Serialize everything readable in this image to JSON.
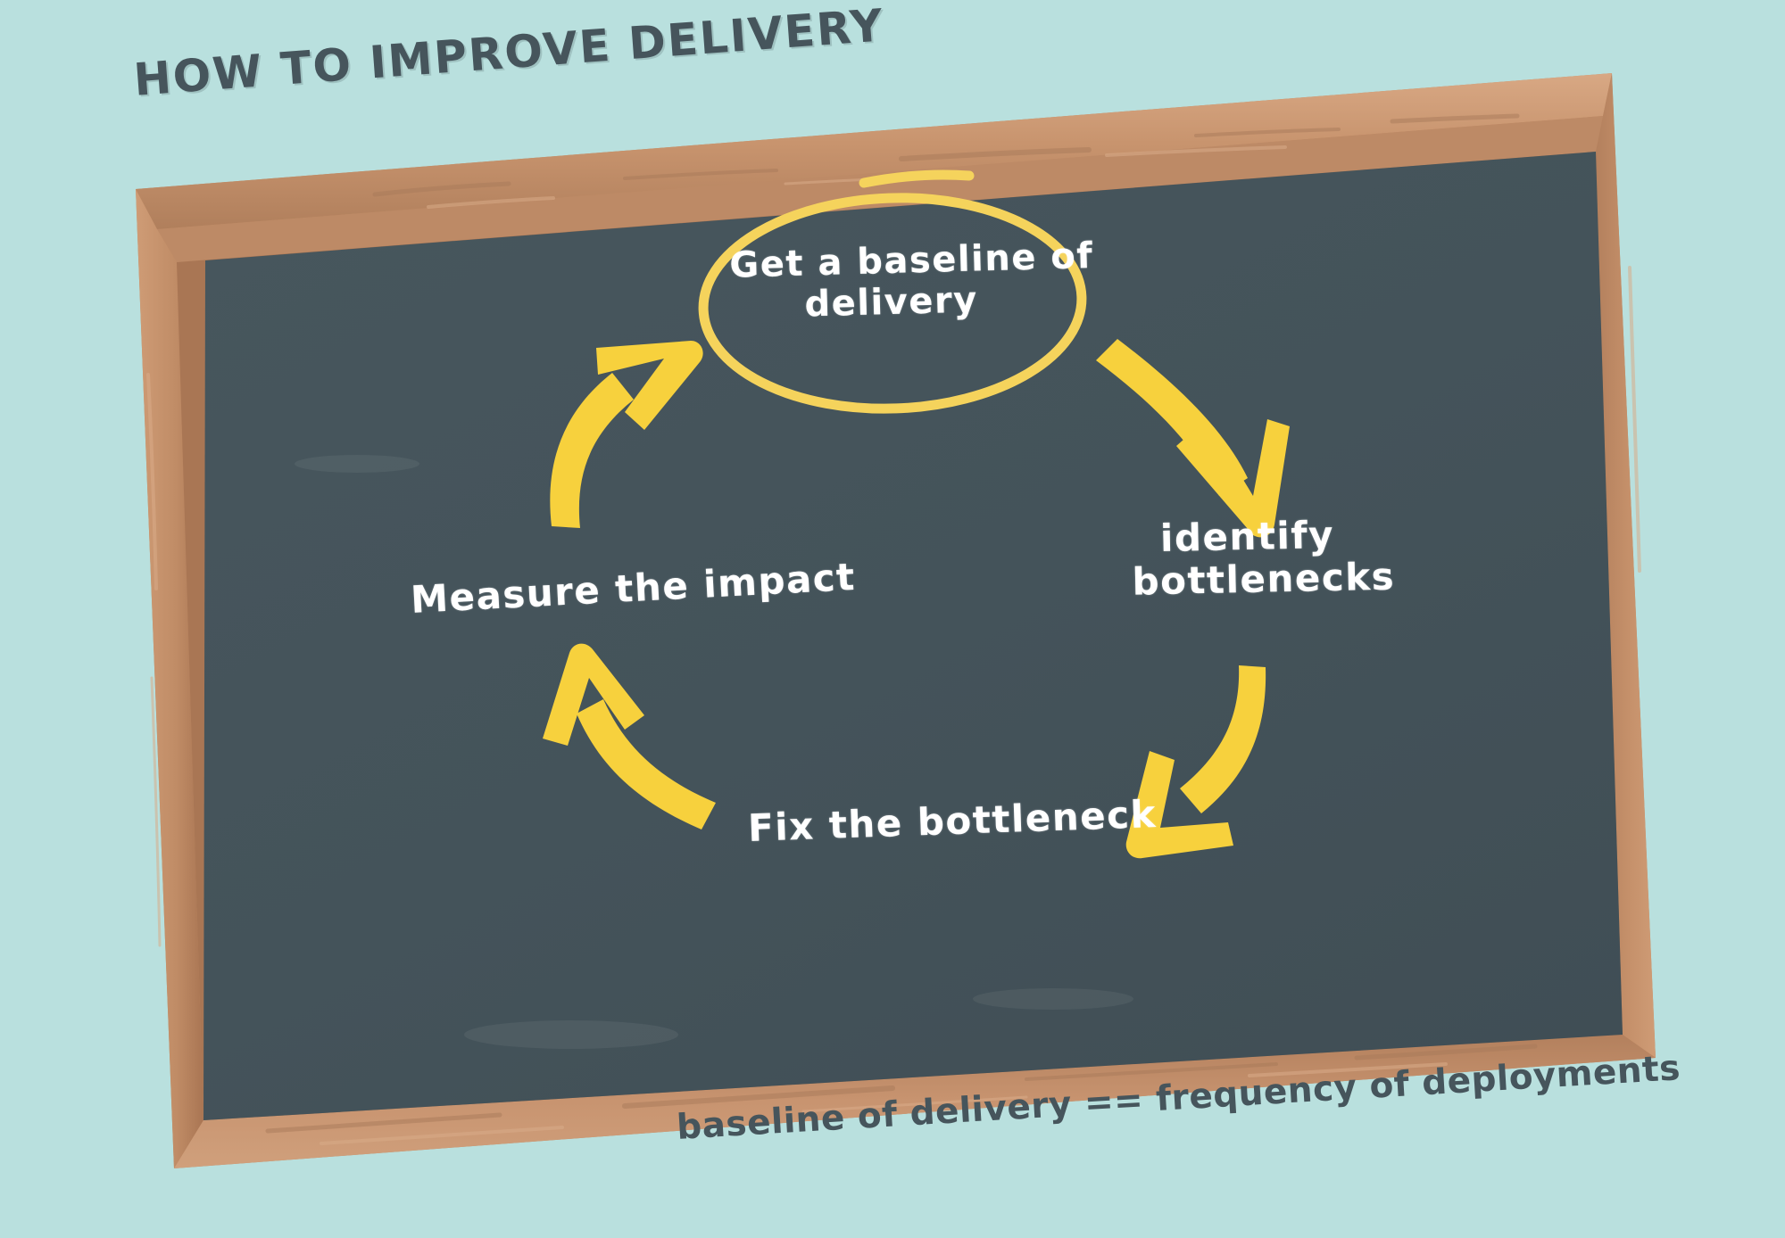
{
  "page": {
    "title": "HOW TO IMPROVE DELIVERY",
    "caption": "baseline of delivery == frequency of deployments",
    "background_color": "#b9e0de"
  },
  "board": {
    "name": "chalkboard",
    "surface_color": "#46555c",
    "frame_outer_color": "#c9926c",
    "frame_light_color": "#d7a583",
    "frame_mid_color": "#c08a63",
    "frame_dark_color": "#a87653"
  },
  "cycle": {
    "accent_color": "#f7d13d",
    "chalk_color": "#ffffff",
    "nodes": [
      {
        "id": "baseline",
        "label": "Get a baseline of\ndelivery",
        "highlighted": true,
        "highlight_shape": "ellipse"
      },
      {
        "id": "identify",
        "label": "identify\nbottlenecks",
        "highlighted": false,
        "highlight_shape": "none"
      },
      {
        "id": "fix",
        "label": "Fix the bottleneck",
        "highlighted": false,
        "highlight_shape": "none"
      },
      {
        "id": "measure",
        "label": "Measure the impact",
        "highlighted": false,
        "highlight_shape": "none"
      }
    ],
    "arrows": [
      {
        "id": "arrow-baseline-to-identify",
        "from": "baseline",
        "to": "identify",
        "direction": "down-right"
      },
      {
        "id": "arrow-identify-to-fix",
        "from": "identify",
        "to": "fix",
        "direction": "down-left"
      },
      {
        "id": "arrow-fix-to-measure",
        "from": "fix",
        "to": "measure",
        "direction": "up-left"
      },
      {
        "id": "arrow-measure-to-baseline",
        "from": "measure",
        "to": "baseline",
        "direction": "up-right"
      }
    ]
  },
  "chart_data": {
    "type": "diagram",
    "diagram_kind": "cycle",
    "title": "HOW TO IMPROVE DELIVERY",
    "note": "baseline of delivery == frequency of deployments",
    "steps": [
      "Get a baseline of delivery",
      "identify bottlenecks",
      "Fix the bottleneck",
      "Measure the impact"
    ],
    "edges": [
      [
        "Get a baseline of delivery",
        "identify bottlenecks"
      ],
      [
        "identify bottlenecks",
        "Fix the bottleneck"
      ],
      [
        "Fix the bottleneck",
        "Measure the impact"
      ],
      [
        "Measure the impact",
        "Get a baseline of delivery"
      ]
    ]
  }
}
